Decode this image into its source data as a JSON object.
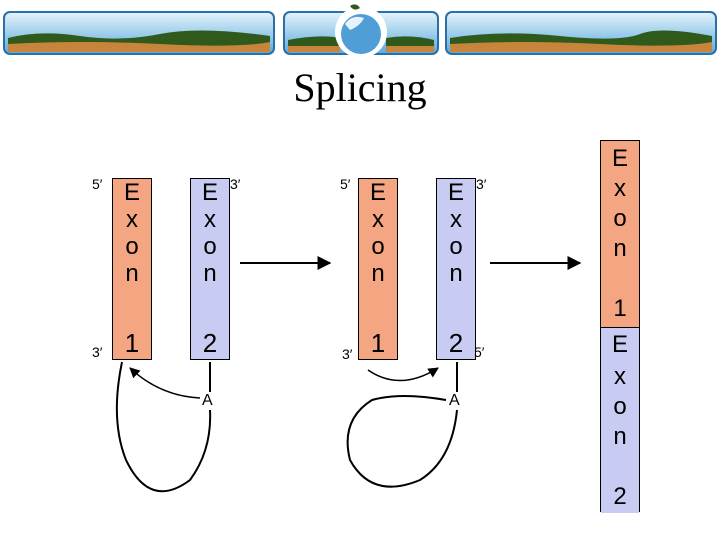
{
  "title": "Splicing",
  "exon_letters": [
    "E",
    "x",
    "o",
    "n"
  ],
  "exon1_number": "1",
  "exon2_number": "2",
  "prime5": "5′",
  "prime3": "3′",
  "branch_point": "A",
  "colors": {
    "exon1": "#f4a582",
    "exon2": "#c9ccf2",
    "banner_sky": "#66aee0",
    "banner_land": "#c9843c",
    "banner_trees": "#2f5a1c"
  }
}
